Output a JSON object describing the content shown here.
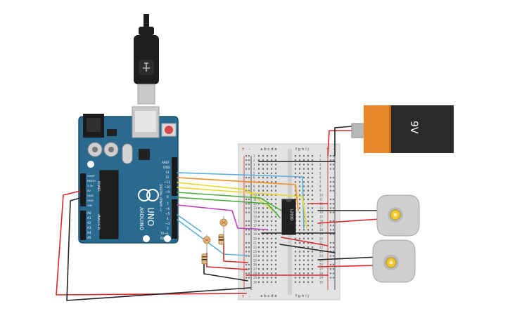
{
  "arduino": {
    "brand_lines": [
      "ARDUINO",
      "UNO"
    ],
    "header_top_labels": [
      "AREF",
      "GND",
      "13",
      "12",
      "~11",
      "~10",
      "~9",
      "8"
    ],
    "header_top_labels_2": [
      "7",
      "~6",
      "~5",
      "4",
      "~3",
      "2",
      "TX→1",
      "RX←0"
    ],
    "side_digital": "DIGITAL (PWM ~)",
    "power_labels": [
      "IOREF",
      "RESET",
      "3.3V",
      "5V",
      "GND",
      "GND",
      "VIN"
    ],
    "power_title": "POWER",
    "analog_labels": [
      "A0",
      "A1",
      "A2",
      "A3",
      "A4",
      "A5"
    ],
    "analog_title": "ANALOG IN"
  },
  "breadboard": {
    "col_letters_left": "a b c d e",
    "col_letters_right": "f g h i j",
    "plus": "+",
    "minus": "-",
    "row_numbers_visible": [
      "1",
      "5",
      "10",
      "15",
      "20",
      "25",
      "30"
    ],
    "row_numbers": [
      "1",
      "2",
      "3",
      "4",
      "5",
      "6",
      "7",
      "8",
      "9",
      "10",
      "11",
      "12",
      "13",
      "14",
      "15",
      "16",
      "17",
      "18",
      "19",
      "20",
      "21",
      "22",
      "23",
      "24",
      "25",
      "26",
      "27",
      "28",
      "29",
      "30"
    ]
  },
  "ic": {
    "label": "L293D"
  },
  "battery": {
    "label": "9V"
  },
  "colors": {
    "arduino_board": "#2b6a8f",
    "wire_red": "#d62828",
    "wire_black": "#222222",
    "wire_blue": "#5ab0d8",
    "wire_orange": "#f08c1e",
    "wire_yellow": "#e9d82a",
    "wire_green": "#4aaa3a",
    "wire_purple": "#c040c0",
    "battery_orange": "#e8862a",
    "motor_body": "#cfcfcf"
  }
}
